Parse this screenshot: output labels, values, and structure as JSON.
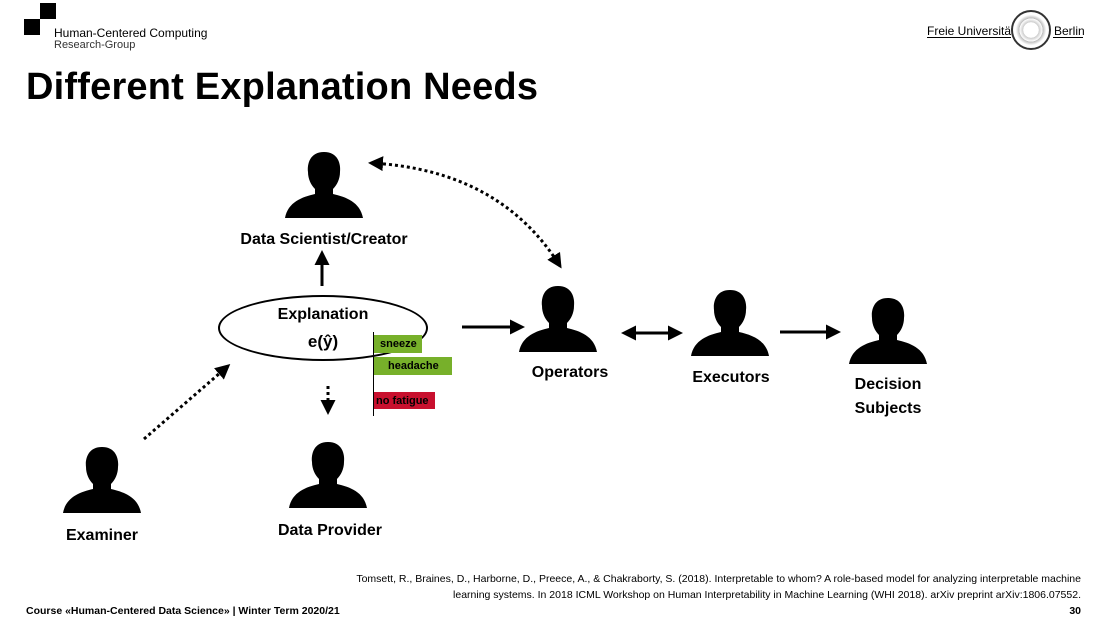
{
  "header": {
    "group_name": "Human-Centered Computing",
    "group_sub": "Research-Group",
    "university_left": "Freie Universität",
    "university_right": "Berlin"
  },
  "slide": {
    "title": "Different Explanation Needs"
  },
  "diagram": {
    "roles": {
      "data_scientist": "Data Scientist/Creator",
      "operators": "Operators",
      "executors": "Executors",
      "decision_subjects_line1": "Decision",
      "decision_subjects_line2": "Subjects",
      "examiner": "Examiner",
      "data_provider": "Data Provider"
    },
    "explanation": {
      "label": "Explanation",
      "formula": "e(ŷ)"
    },
    "feature_tags": [
      {
        "text": "sneeze",
        "color": "#77b02a"
      },
      {
        "text": "headache",
        "color": "#77b02a"
      },
      {
        "text": "no fatigue",
        "color": "#c8102e"
      }
    ]
  },
  "reference": {
    "line1": "Tomsett, R., Braines, D., Harborne, D., Preece, A., & Chakraborty, S. (2018). Interpretable to whom? A role-based model for analyzing interpretable machine",
    "line2": "learning systems. In 2018 ICML Workshop on Human Interpretability in Machine Learning (WHI 2018). arXiv preprint arXiv:1806.07552."
  },
  "footer": {
    "course": "Course «Human-Centered Data Science» | Winter Term 2020/21",
    "page_number": "30"
  }
}
